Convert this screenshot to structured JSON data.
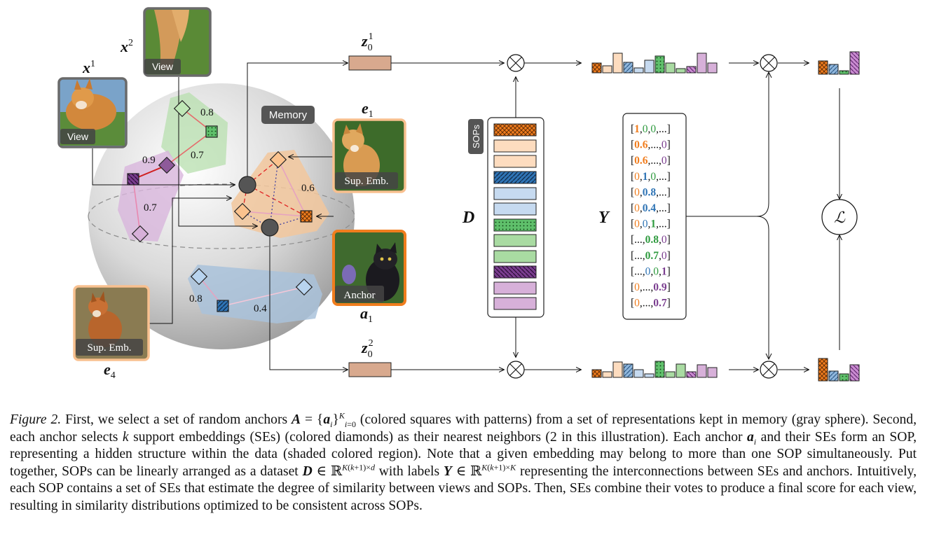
{
  "labels": {
    "x1": "x",
    "x1_sup": "1",
    "x2": "x",
    "x2_sup": "2",
    "e1": "e",
    "e1_sub": "1",
    "e4": "e",
    "e4_sub": "4",
    "a1": "a",
    "a1_sub": "1",
    "z1": "z",
    "z1_sub": "0",
    "z1_sup": "1",
    "z2": "z",
    "z2_sub": "0",
    "z2_sup": "2",
    "D": "D",
    "Y": "Y",
    "loss": "ℒ",
    "memory": "Memory",
    "sops": "SOPs",
    "view": "View",
    "sup_emb": "Sup. Emb.",
    "anchor": "Anchor"
  },
  "edge_weights": {
    "green": "0.8",
    "green_red": "0.7",
    "purple_top": "0.9",
    "purple_bottom": "0.7",
    "orange": "0.6",
    "blue_left": "0.8",
    "blue_right": "0.4"
  },
  "Y_rows": [
    [
      [
        "[",
        ""
      ],
      [
        "1",
        "o"
      ],
      [
        ",",
        ""
      ],
      [
        "0",
        "g"
      ],
      [
        ",",
        ""
      ],
      [
        "0",
        "g"
      ],
      [
        ",...]",
        ""
      ]
    ],
    [
      [
        "[",
        ""
      ],
      [
        "0.6",
        "o"
      ],
      [
        ",...,",
        ""
      ],
      [
        "0",
        "p"
      ],
      [
        "]",
        ""
      ]
    ],
    [
      [
        "[",
        ""
      ],
      [
        "0.6",
        "o"
      ],
      [
        ",...,",
        ""
      ],
      [
        "0",
        "p"
      ],
      [
        "]",
        ""
      ]
    ],
    [
      [
        "[",
        ""
      ],
      [
        "0",
        "o"
      ],
      [
        ",",
        ""
      ],
      [
        "1",
        "bl"
      ],
      [
        ",",
        ""
      ],
      [
        "0",
        "g"
      ],
      [
        ",...]",
        ""
      ]
    ],
    [
      [
        "[",
        ""
      ],
      [
        "0",
        "o"
      ],
      [
        ",",
        ""
      ],
      [
        "0.8",
        "bl"
      ],
      [
        ",...]",
        ""
      ]
    ],
    [
      [
        "[",
        ""
      ],
      [
        "0",
        "o"
      ],
      [
        ",",
        ""
      ],
      [
        "0.4",
        "bl"
      ],
      [
        ",...]",
        ""
      ]
    ],
    [
      [
        "[",
        ""
      ],
      [
        "0",
        "o"
      ],
      [
        ",",
        ""
      ],
      [
        "0",
        "bl"
      ],
      [
        ",",
        ""
      ],
      [
        "1",
        "g"
      ],
      [
        ",...]",
        ""
      ]
    ],
    [
      [
        "[...,",
        ""
      ],
      [
        "0.8",
        "g"
      ],
      [
        ",",
        ""
      ],
      [
        "0",
        "p"
      ],
      [
        "]",
        ""
      ]
    ],
    [
      [
        "[...,",
        ""
      ],
      [
        "0.7",
        "g"
      ],
      [
        ",",
        ""
      ],
      [
        "0",
        "p"
      ],
      [
        "]",
        ""
      ]
    ],
    [
      [
        "[...,",
        ""
      ],
      [
        "0",
        "bl"
      ],
      [
        ",",
        ""
      ],
      [
        "0",
        "g"
      ],
      [
        ",",
        ""
      ],
      [
        "1",
        "p"
      ],
      [
        "]",
        ""
      ]
    ],
    [
      [
        "[",
        ""
      ],
      [
        "0",
        "o"
      ],
      [
        ",...,",
        ""
      ],
      [
        "0.9",
        "p"
      ],
      [
        "]",
        ""
      ]
    ],
    [
      [
        "[",
        ""
      ],
      [
        "0",
        "o"
      ],
      [
        ",...,",
        ""
      ],
      [
        "0.7",
        "p"
      ],
      [
        "]",
        ""
      ]
    ]
  ],
  "colors": {
    "orange": "#f07d1e",
    "blue": "#2f74b5",
    "green": "#2e9a3e",
    "purple": "#7a3d8f",
    "orange_light": "#fddcbf",
    "blue_light": "#c6daf0",
    "green_light": "#a9dba2",
    "purple_light": "#d7b0d9",
    "z_box": "#d8a98e"
  },
  "caption": {
    "figure_label": "Figure 2.",
    "s1": " First, we select a set of random anchors ",
    "s2": " (colored squares with patterns) from a set of representations kept in memory (gray sphere). Second, each anchor selects ",
    "k": "k",
    "s3": " support embeddings (SEs) (colored diamonds) as their nearest neighbors (2 in this illustration). Each anchor ",
    "s4": " and their SEs form an SOP, representing a hidden structure within the data (shaded colored region). Note that a given embedding may belong to more than one SOP simultaneously. Put together, SOPs can be linearly arranged as a dataset ",
    "s5": " with labels ",
    "s6": " representing the interconnections between SEs and anchors. Intuitively, each SOP contains a set of SEs that estimate the degree of similarity between views and SOPs. Then, SEs combine their votes to produce a final score for each view, resulting in similarity distributions optimized to be consistent across SOPs."
  }
}
